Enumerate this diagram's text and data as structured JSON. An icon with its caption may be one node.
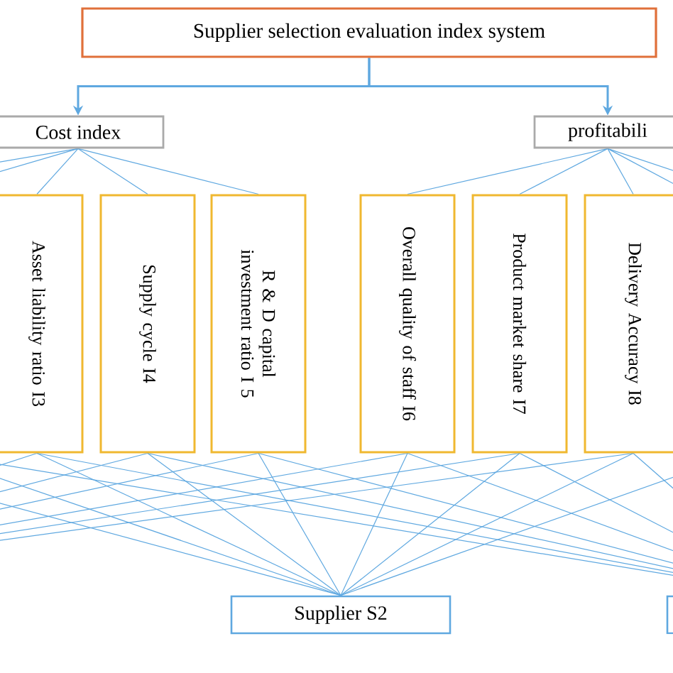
{
  "diagram": {
    "nodes": [
      {
        "text": [
          "Supplier selection evaluation index system"
        ]
      },
      {
        "text": [
          "Cost index"
        ]
      },
      {
        "text": [
          "profitabili"
        ]
      },
      {
        "text": [
          "Asset liability ratio  I3"
        ]
      },
      {
        "text": [
          "Supply cycle  I4"
        ]
      },
      {
        "text": [
          "R & D capital investment ratio  I 5"
        ]
      },
      {
        "text": [
          "Overall quality of staff I6"
        ]
      },
      {
        "text": [
          "Product market share I7"
        ]
      },
      {
        "text": [
          "Delivery Accuracy I8"
        ]
      },
      {
        "text": [
          "Supplier  S2"
        ]
      },
      {
        "text": [],
        "shape": "box"
      }
    ],
    "edges": [
      {
        "from": 0,
        "to": 1,
        "arrow": "to"
      },
      {
        "from": 0,
        "to": 2,
        "arrow": "to"
      },
      {
        "from": 1,
        "to": null,
        "arrow": "none"
      },
      {
        "from": 1,
        "to": null,
        "arrow": "none"
      },
      {
        "from": 1,
        "to": 3,
        "arrow": "none"
      },
      {
        "from": 1,
        "to": 4,
        "arrow": "none"
      },
      {
        "from": 1,
        "to": 5,
        "arrow": "none"
      },
      {
        "from": 2,
        "to": 6,
        "arrow": "none"
      },
      {
        "from": 2,
        "to": 7,
        "arrow": "none"
      },
      {
        "from": 2,
        "to": 8,
        "arrow": "none"
      },
      {
        "from": 2,
        "to": null,
        "arrow": "none"
      },
      {
        "from": 2,
        "to": null,
        "arrow": "none"
      },
      {
        "from": 3,
        "to": 9,
        "arrow": "none"
      },
      {
        "from": 4,
        "to": 9,
        "arrow": "none"
      },
      {
        "from": 5,
        "to": 9,
        "arrow": "none"
      },
      {
        "from": 6,
        "to": 9,
        "arrow": "none"
      },
      {
        "from": 7,
        "to": 9,
        "arrow": "none"
      },
      {
        "from": 8,
        "to": 9,
        "arrow": "none"
      },
      {
        "from": 3,
        "to": 10,
        "arrow": "none"
      },
      {
        "from": 4,
        "to": 10,
        "arrow": "none"
      },
      {
        "from": 5,
        "to": 10,
        "arrow": "none"
      },
      {
        "from": 6,
        "to": 10,
        "arrow": "none"
      },
      {
        "from": 7,
        "to": 10,
        "arrow": "none"
      },
      {
        "from": 8,
        "to": 10,
        "arrow": "none"
      },
      {
        "from": 3,
        "to": null,
        "arrow": "none"
      },
      {
        "from": 4,
        "to": null,
        "arrow": "none"
      },
      {
        "from": 5,
        "to": null,
        "arrow": "none"
      },
      {
        "from": 6,
        "to": null,
        "arrow": "none"
      },
      {
        "from": 7,
        "to": null,
        "arrow": "none"
      },
      {
        "from": 8,
        "to": null,
        "arrow": "none"
      },
      {
        "from": null,
        "to": 9,
        "arrow": "none"
      },
      {
        "from": null,
        "to": 9,
        "arrow": "none"
      },
      {
        "from": null,
        "to": 9,
        "arrow": "none"
      },
      {
        "from": null,
        "to": 10,
        "arrow": "none"
      }
    ]
  }
}
